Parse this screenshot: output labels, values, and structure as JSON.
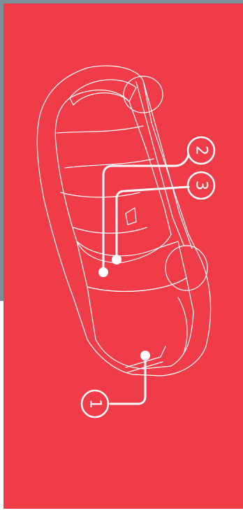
{
  "colors": {
    "frame_gray": "#7d8f99",
    "panel_red": "#ef3c48",
    "line_white": "#ffffff"
  },
  "callouts": [
    {
      "number": "1",
      "icon": "circled-digit-one"
    },
    {
      "number": "2",
      "icon": "circled-digit-two"
    },
    {
      "number": "3",
      "icon": "circled-digit-three"
    }
  ]
}
